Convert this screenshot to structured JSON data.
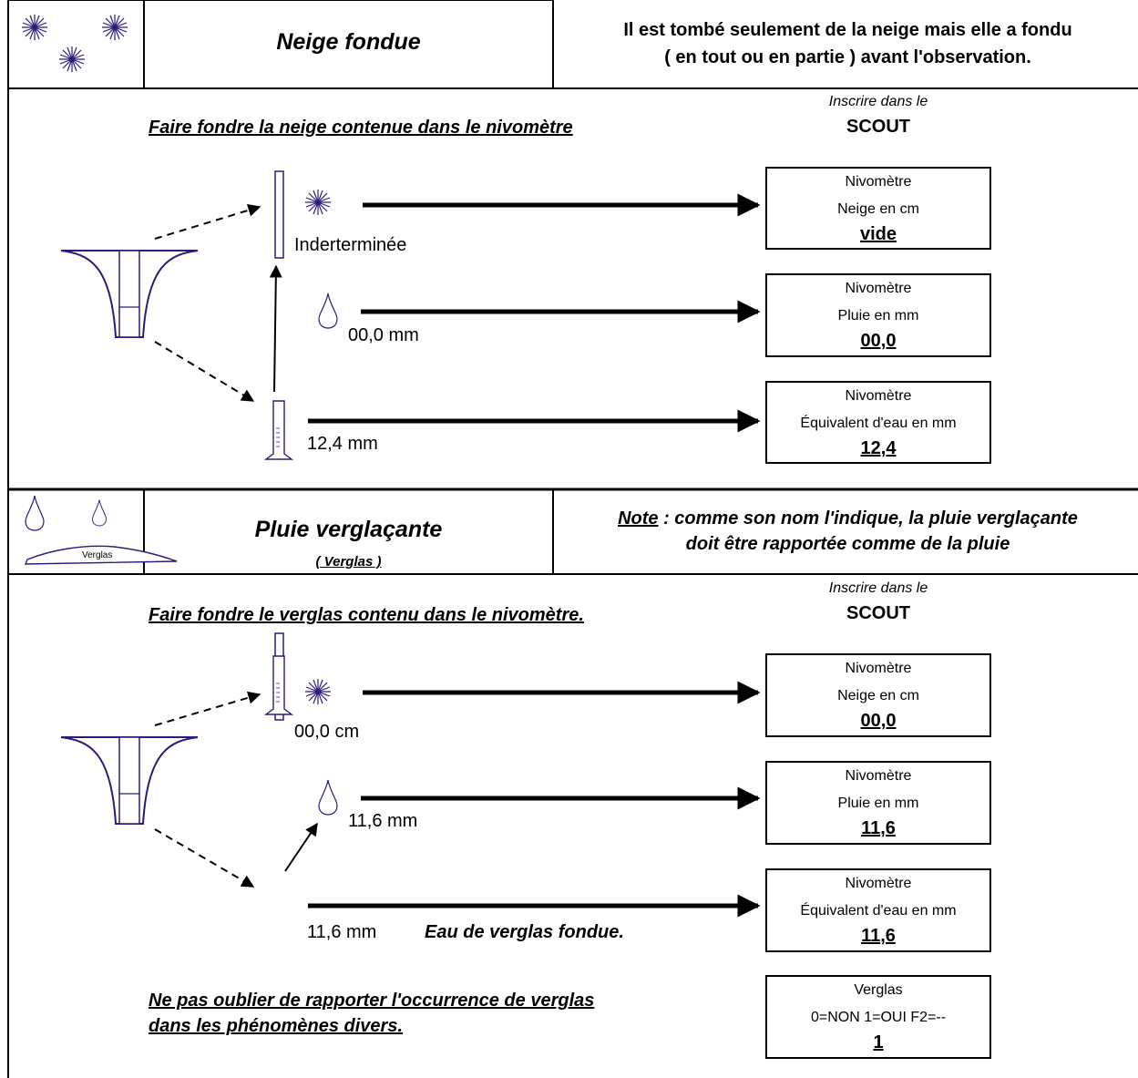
{
  "section1": {
    "title": "Neige fondue",
    "note_line1": "Il est tombé seulement de la neige mais elle a fondu",
    "note_line2": "( en tout ou en partie ) avant l'observation.",
    "inscrire": "Inscrire dans le",
    "scout": "SCOUT",
    "instruction": "Faire fondre la neige contenue dans le nivomètre",
    "snow_value": "Inderterminée",
    "rain_value": "00,0 mm",
    "water_value": "12,4 mm",
    "boxes": [
      {
        "line1": "Nivomètre",
        "line2": "Neige en cm",
        "value": "vide"
      },
      {
        "line1": "Nivomètre",
        "line2": "Pluie en mm",
        "value": "00,0"
      },
      {
        "line1": "Nivomètre",
        "line2": "Équivalent d'eau en mm",
        "value": "12,4"
      }
    ]
  },
  "section2": {
    "title": "Pluie verglaçante",
    "subtitle": "(  Verglas  )",
    "icon_label": "Verglas",
    "note_prefix": "Note",
    "note_line1": " : comme son nom l'indique, la pluie verglaçante",
    "note_line2": "doit être rapportée comme de la pluie",
    "inscrire": "Inscrire dans le",
    "scout": "SCOUT",
    "instruction": "Faire fondre le verglas contenu dans le nivomètre.",
    "snow_value": "00,0 cm",
    "rain_value": "11,6 mm",
    "water_value": "11,6 mm",
    "melted_label": "Eau de verglas fondue.",
    "reminder_line1": "Ne pas oublier de rapporter l'occurrence de verglas",
    "reminder_line2": "dans les phénomènes divers.",
    "boxes": [
      {
        "line1": "Nivomètre",
        "line2": "Neige en cm",
        "value": "00,0"
      },
      {
        "line1": "Nivomètre",
        "line2": "Pluie en mm",
        "value": "11,6"
      },
      {
        "line1": "Nivomètre",
        "line2": "Équivalent d'eau en mm",
        "value": "11,6"
      },
      {
        "line1": "Verglas",
        "line2": "0=NON  1=OUI  F2=--",
        "value": "1"
      }
    ]
  },
  "colors": {
    "accent": "#2e1a7a",
    "line": "#000000"
  }
}
